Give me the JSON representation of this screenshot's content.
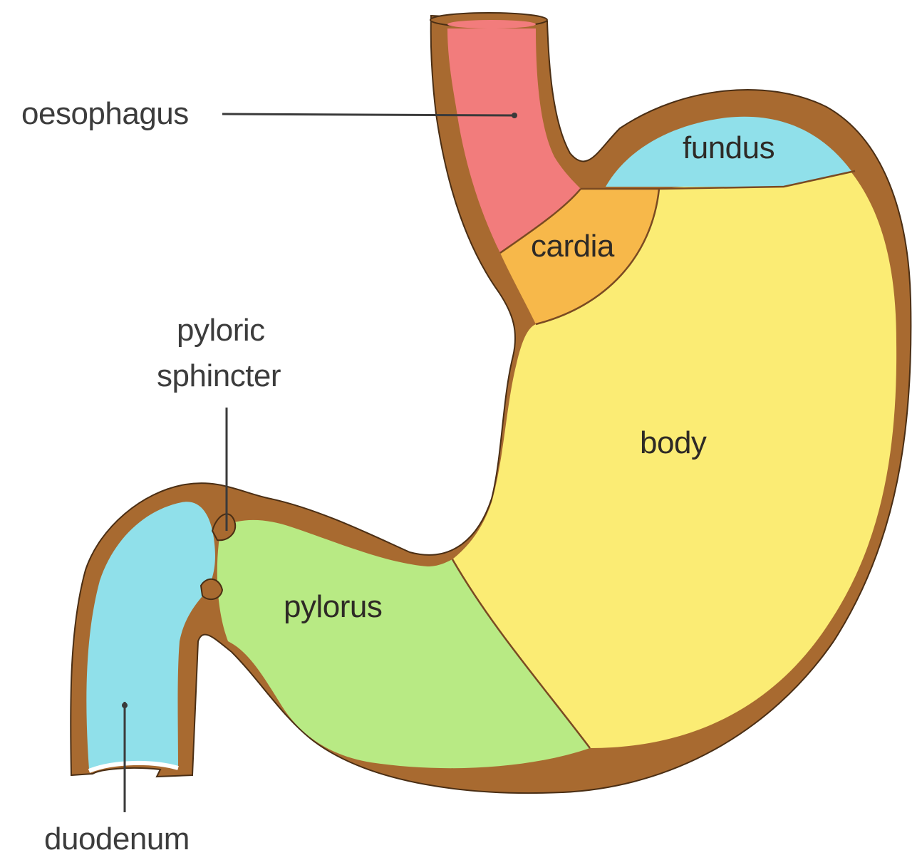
{
  "labels": {
    "oesophagus": "oesophagus",
    "fundus": "fundus",
    "cardia": "cardia",
    "pyloric_line1": "pyloric",
    "pyloric_line2": "sphincter",
    "body": "body",
    "pylorus": "pylorus",
    "duodenum": "duodenum"
  },
  "colors": {
    "wall": "#a86a30",
    "wall_dark": "#4a2e14",
    "oesophagus": "#f27c7c",
    "fundus": "#90e0ea",
    "cardia": "#f7b84a",
    "body": "#fbec74",
    "pylorus": "#b8ea84",
    "duodenum": "#90e0ea"
  }
}
